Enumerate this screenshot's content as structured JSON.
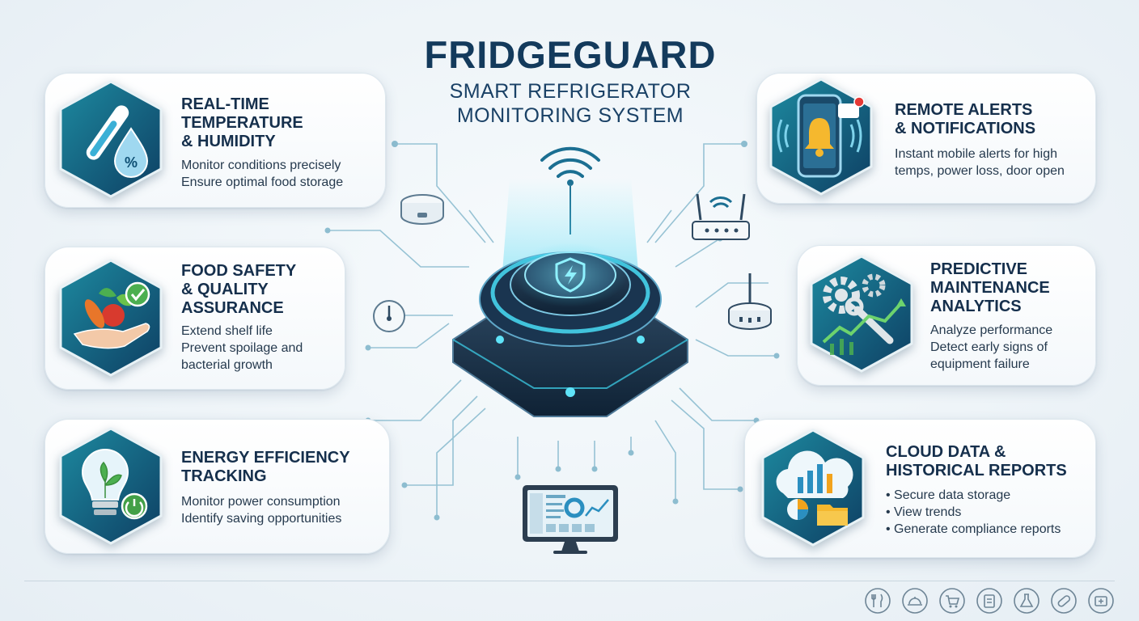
{
  "header": {
    "title": "FRIDGEGUARD",
    "subtitle_lines": [
      "SMART REFRIGERATOR",
      "MONITORING SYSTEM"
    ]
  },
  "features": [
    {
      "title_lines": [
        "REAL-TIME",
        "TEMPERATURE",
        "& HUMIDITY"
      ],
      "desc_lines": [
        "Monitor conditions precisely",
        "Ensure optimal food storage"
      ],
      "icon": "thermometer-droplet-icon"
    },
    {
      "title_lines": [
        "FOOD SAFETY",
        "& QUALITY",
        "ASSURANCE"
      ],
      "desc_lines": [
        "Extend shelf life",
        "Prevent spoilage and",
        "bacterial growth"
      ],
      "icon": "hand-vegetables-icon"
    },
    {
      "title_lines": [
        "ENERGY EFFICIENCY",
        "TRACKING"
      ],
      "desc_lines": [
        "Monitor power consumption",
        "Identify saving opportunities"
      ],
      "icon": "lightbulb-leaf-icon"
    },
    {
      "title_lines": [
        "REMOTE ALERTS",
        "& NOTIFICATIONS"
      ],
      "desc_lines": [
        "Instant mobile alerts for high",
        "temps, power loss, door open"
      ],
      "icon": "phone-bell-icon"
    },
    {
      "title_lines": [
        "PREDICTIVE",
        "MAINTENANCE",
        "ANALYTICS"
      ],
      "desc_lines": [
        "Analyze performance",
        "Detect early signs of",
        "equipment failure"
      ],
      "icon": "gears-wrench-chart-icon"
    },
    {
      "title_lines": [
        "CLOUD DATA &",
        "HISTORICAL REPORTS"
      ],
      "desc_lines": [
        "• Secure data storage",
        "• View trends",
        "• Generate compliance reports"
      ],
      "icon": "cloud-chart-folder-icon"
    }
  ],
  "colors": {
    "title": "#133a5c",
    "hex_dark": "#0f4a6e",
    "hex_teal": "#1d8aa0",
    "glow": "#38d6f0",
    "line": "#7fb3c8"
  }
}
